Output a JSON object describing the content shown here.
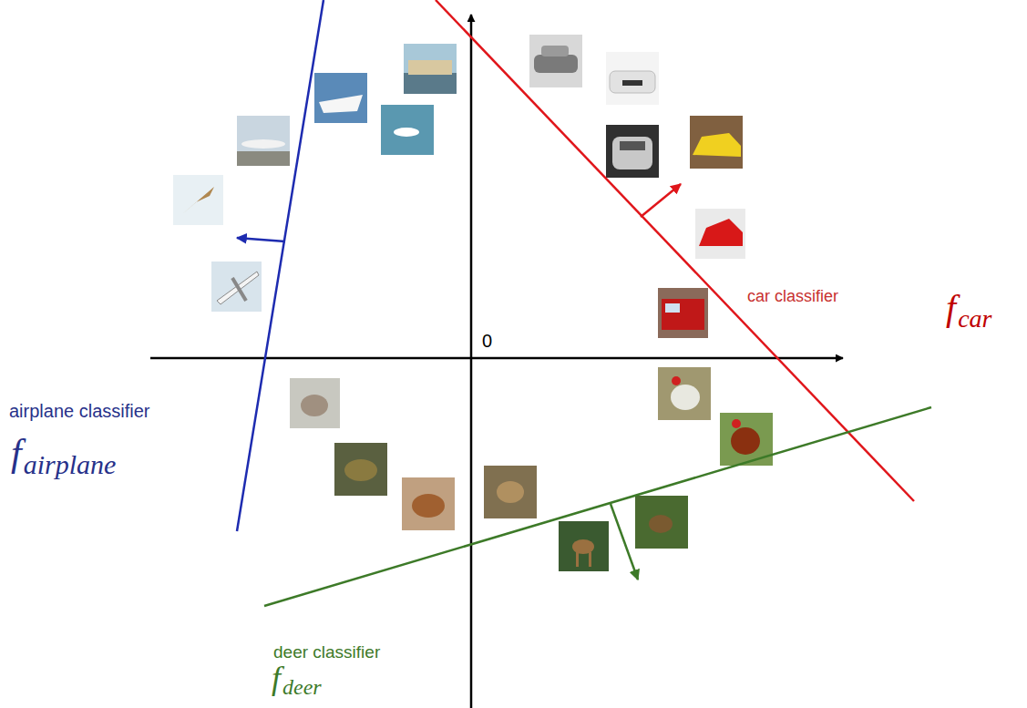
{
  "diagram": {
    "labels": [
      "car classifier",
      "f",
      "car",
      "airplane classifier",
      "f",
      "airplane",
      "deer classifier",
      "f",
      "deer",
      "0"
    ]
  }
}
